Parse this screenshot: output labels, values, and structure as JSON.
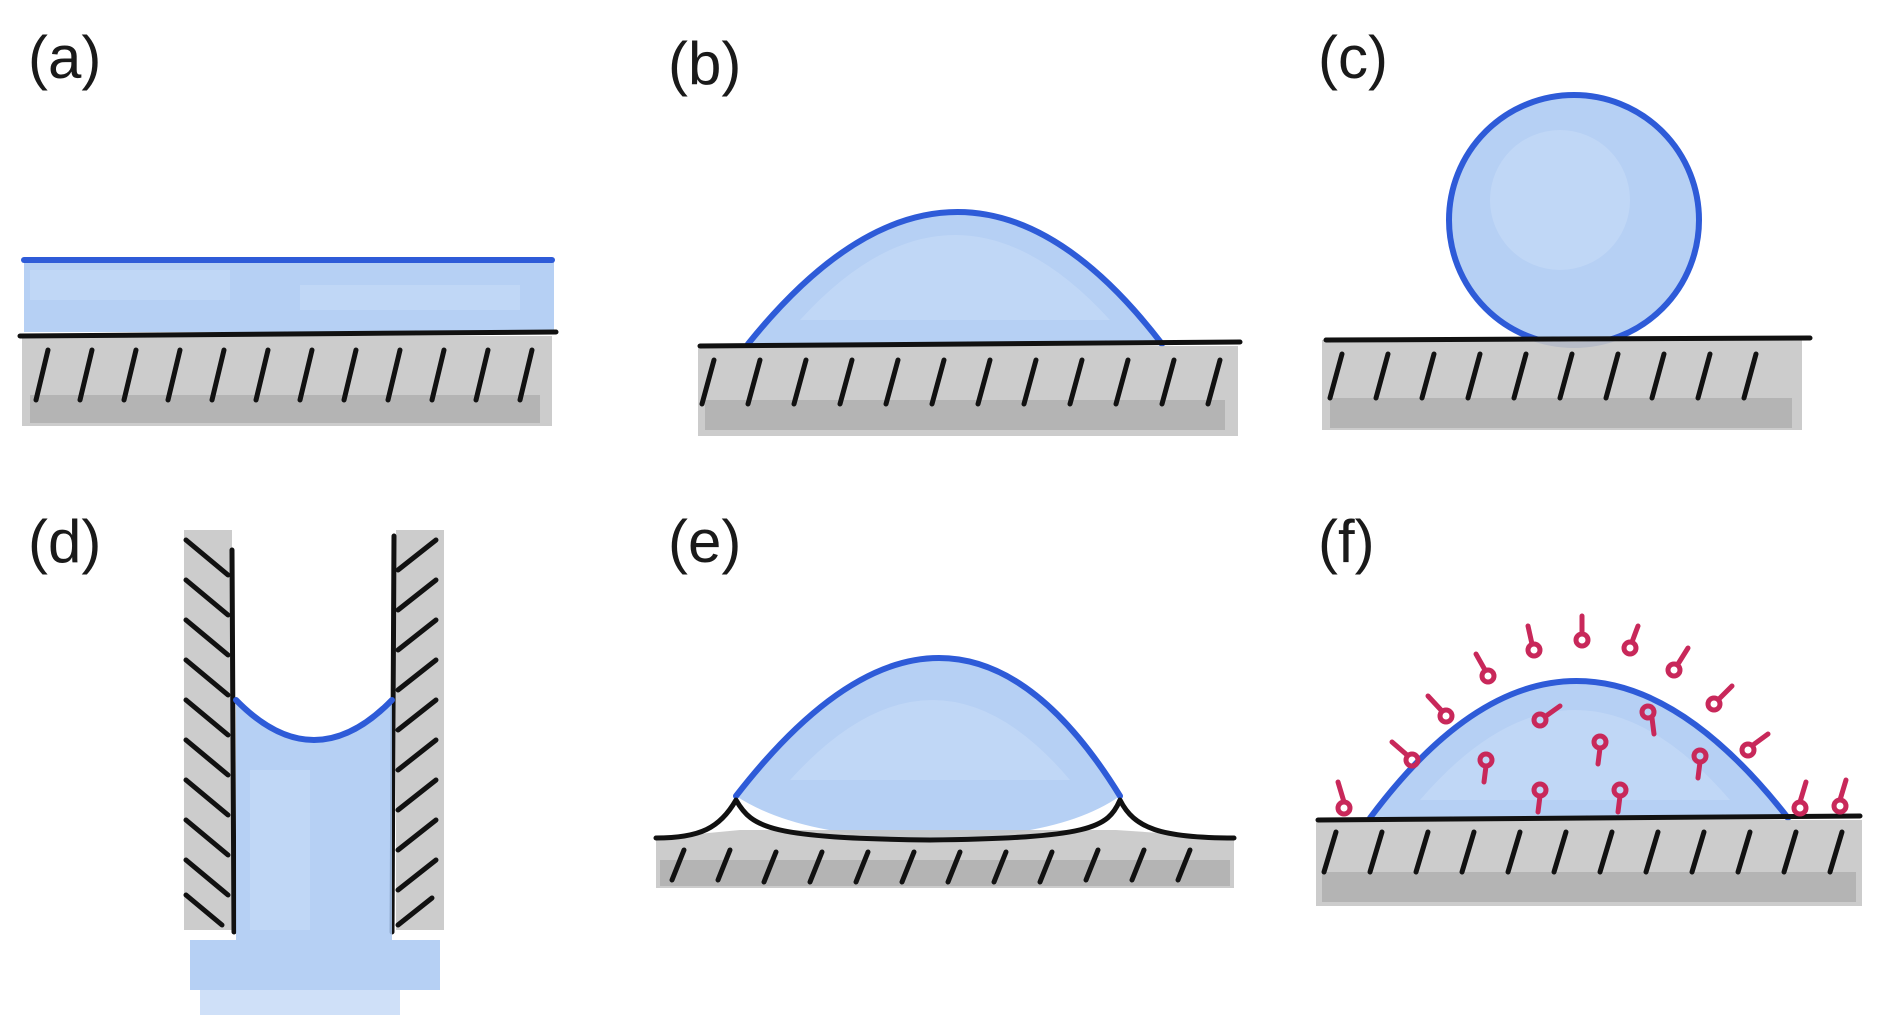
{
  "panels": [
    {
      "id": "a",
      "label": "(a)"
    },
    {
      "id": "b",
      "label": "(b)"
    },
    {
      "id": "c",
      "label": "(c)"
    },
    {
      "id": "d",
      "label": "(d)"
    },
    {
      "id": "e",
      "label": "(e)"
    },
    {
      "id": "f",
      "label": "(f)"
    }
  ],
  "colors": {
    "liquid_outline": "#2e5bd8",
    "liquid_fill": "#a9c8f2",
    "substrate_line": "#111111",
    "substrate_shade": "#c6c6c6",
    "surfactant": "#c8285a"
  }
}
